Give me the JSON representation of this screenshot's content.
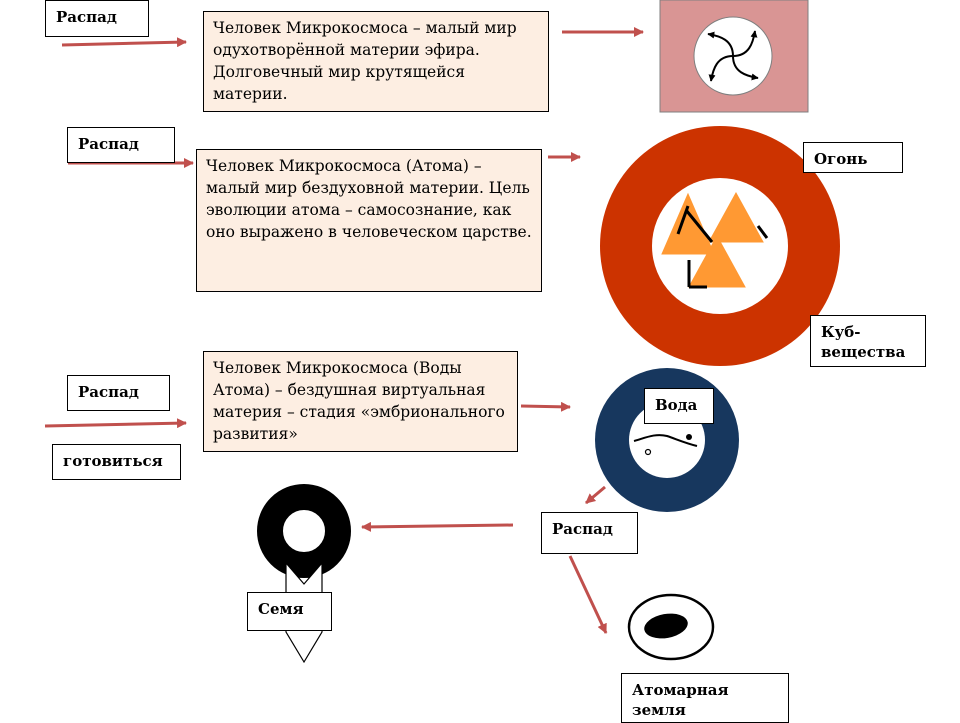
{
  "labels": {
    "raspad_1": "Распад",
    "raspad_2": "Распад",
    "raspad_3": "Распад",
    "raspad_4": "Распад",
    "gotovitsya": "готовиться",
    "ogon": "Огонь",
    "kub": "Куб-вещества",
    "voda": "Вода",
    "semya": "Семя",
    "atomarnaya": "Атомарная земля"
  },
  "texts": {
    "box1": "Человек Микрокосмоса – малый мир одухотворённой материи эфира. Долговечный мир крутящейся материи.",
    "box2": "Человек Микрокосмоса (Атома) – малый мир бездуховной материи. Цель эволюции атома – самосознание, как оно выражено в человеческом царстве.",
    "box3": "Человек Микрокосмоса (Воды Атома) – бездушная виртуальная материя – стадия «эмбрионального развития»"
  },
  "colors": {
    "arrow": "#c0504d",
    "text_box_fill": "#fdeee2",
    "pink_square": "#d99594",
    "fire_ring": "#cc3300",
    "triangle": "#ff9933",
    "water_ring": "#17375e"
  }
}
